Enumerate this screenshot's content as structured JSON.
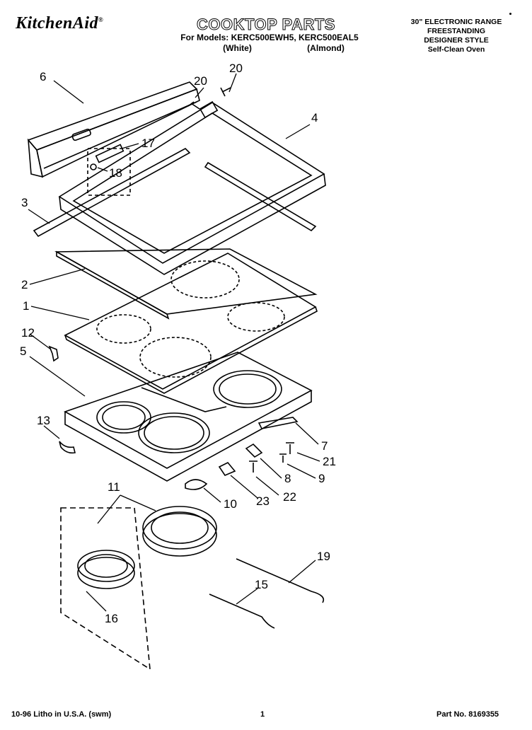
{
  "header": {
    "brand": "KitchenAid",
    "title": "COOKTOP PARTS",
    "models_prefix": "For Models:",
    "models": "KERC500EWH5, KERC500EAL5",
    "color_white": "(White)",
    "color_almond": "(Almond)",
    "range_line1": "30\" ELECTRONIC RANGE",
    "range_line2": "FREESTANDING",
    "range_line3": "DESIGNER STYLE",
    "range_line4": "Self-Clean Oven"
  },
  "footer": {
    "litho": "10-96 Litho in U.S.A. (swm)",
    "page": "1",
    "part_no": "Part No. 8169355"
  },
  "callouts": {
    "c1": "1",
    "c2": "2",
    "c3": "3",
    "c4": "4",
    "c5": "5",
    "c6": "6",
    "c7": "7",
    "c8": "8",
    "c9": "9",
    "c10": "10",
    "c11": "11",
    "c12": "12",
    "c13": "13",
    "c15": "15",
    "c16": "16",
    "c17": "17",
    "c18": "18",
    "c19": "19",
    "c20a": "20",
    "c20b": "20",
    "c21": "21",
    "c22": "22",
    "c23": "23"
  }
}
